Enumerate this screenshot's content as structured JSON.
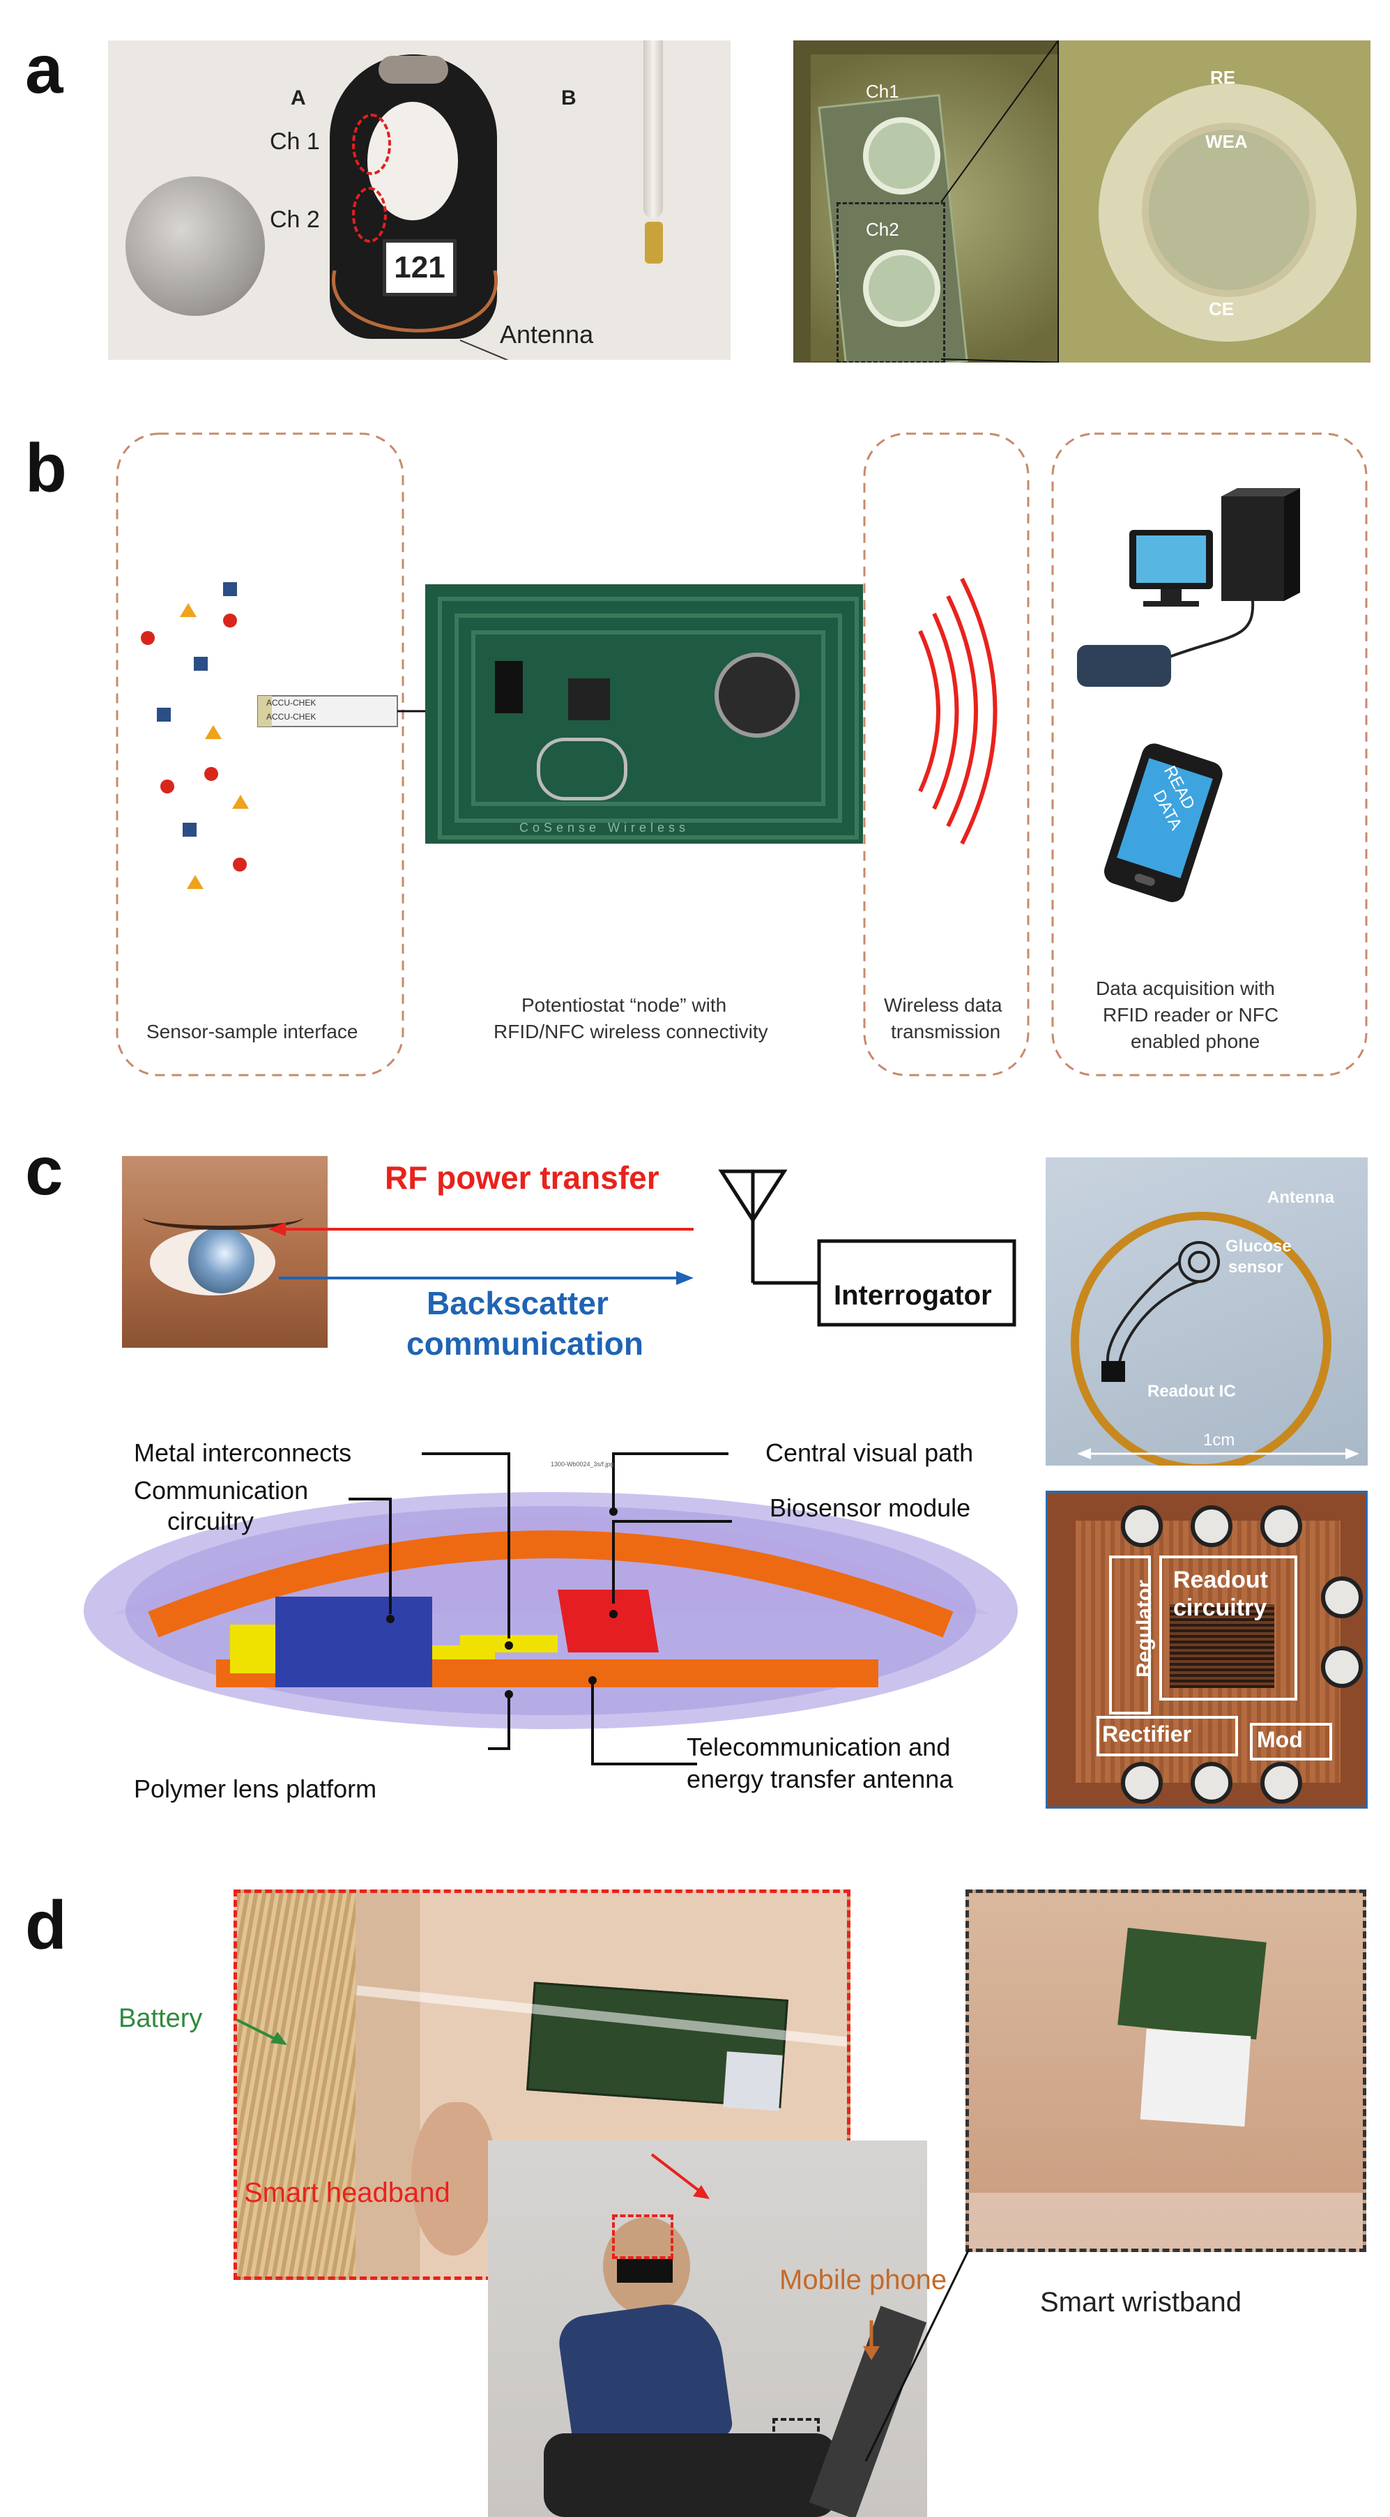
{
  "panels": {
    "a": "a",
    "b": "b",
    "c": "c",
    "d": "d"
  },
  "panel_a": {
    "label_A": "A",
    "label_B": "B",
    "ch1": "Ch 1",
    "ch2": "Ch 2",
    "tag": "121",
    "antenna": "Antenna",
    "chip_ch1": "Ch1",
    "chip_ch2": "Ch2",
    "re": "RE",
    "wea": "WEA",
    "ce": "CE"
  },
  "panel_b": {
    "strip_text1": "ACCU-CHEK",
    "strip_text2": "ACCU-CHEK",
    "board_text": "CoSense Wireless",
    "phone_text1": "READ",
    "phone_text2": "DATA",
    "cap1": "Sensor-sample interface",
    "cap2_line1": "Potentiostat “node” with",
    "cap2_line2": "RFID/NFC wireless connectivity",
    "cap3_line1": "Wireless data",
    "cap3_line2": "transmission",
    "cap4_line1": "Data acquisition with",
    "cap4_line2": "RFID reader or NFC",
    "cap4_line3": "enabled phone"
  },
  "panel_c": {
    "rf": "RF power transfer",
    "back1": "Backscatter",
    "back2": "communication",
    "interrogator": "Interrogator",
    "metal": "Metal interconnects",
    "comm1": "Communication",
    "comm2": "circuitry",
    "central": "Central visual path",
    "biosensor": "Biosensor module",
    "polymer": "Polymer lens platform",
    "tele1": "Telecommunication and",
    "tele2": "energy transfer antenna",
    "tiny": "1300-Wb0024_3s/f.jpg",
    "antenna": "Antenna",
    "glucose1": "Glucose",
    "glucose2": "sensor",
    "readout_ic": "Readout IC",
    "scale": "1cm",
    "regulator": "Regulator",
    "readout1": "Readout",
    "readout2": "circuitry",
    "rectifier": "Rectifier",
    "mod": "Mod"
  },
  "panel_d": {
    "battery": "Battery",
    "headband": "Smart headband",
    "mobile": "Mobile phone",
    "wristband": "Smart wristband"
  },
  "colors": {
    "red": "#e8221c",
    "blue": "#1f64b4",
    "dashed": "#c9896c",
    "green": "#2e8b3c",
    "orange": "#c46a2b"
  }
}
